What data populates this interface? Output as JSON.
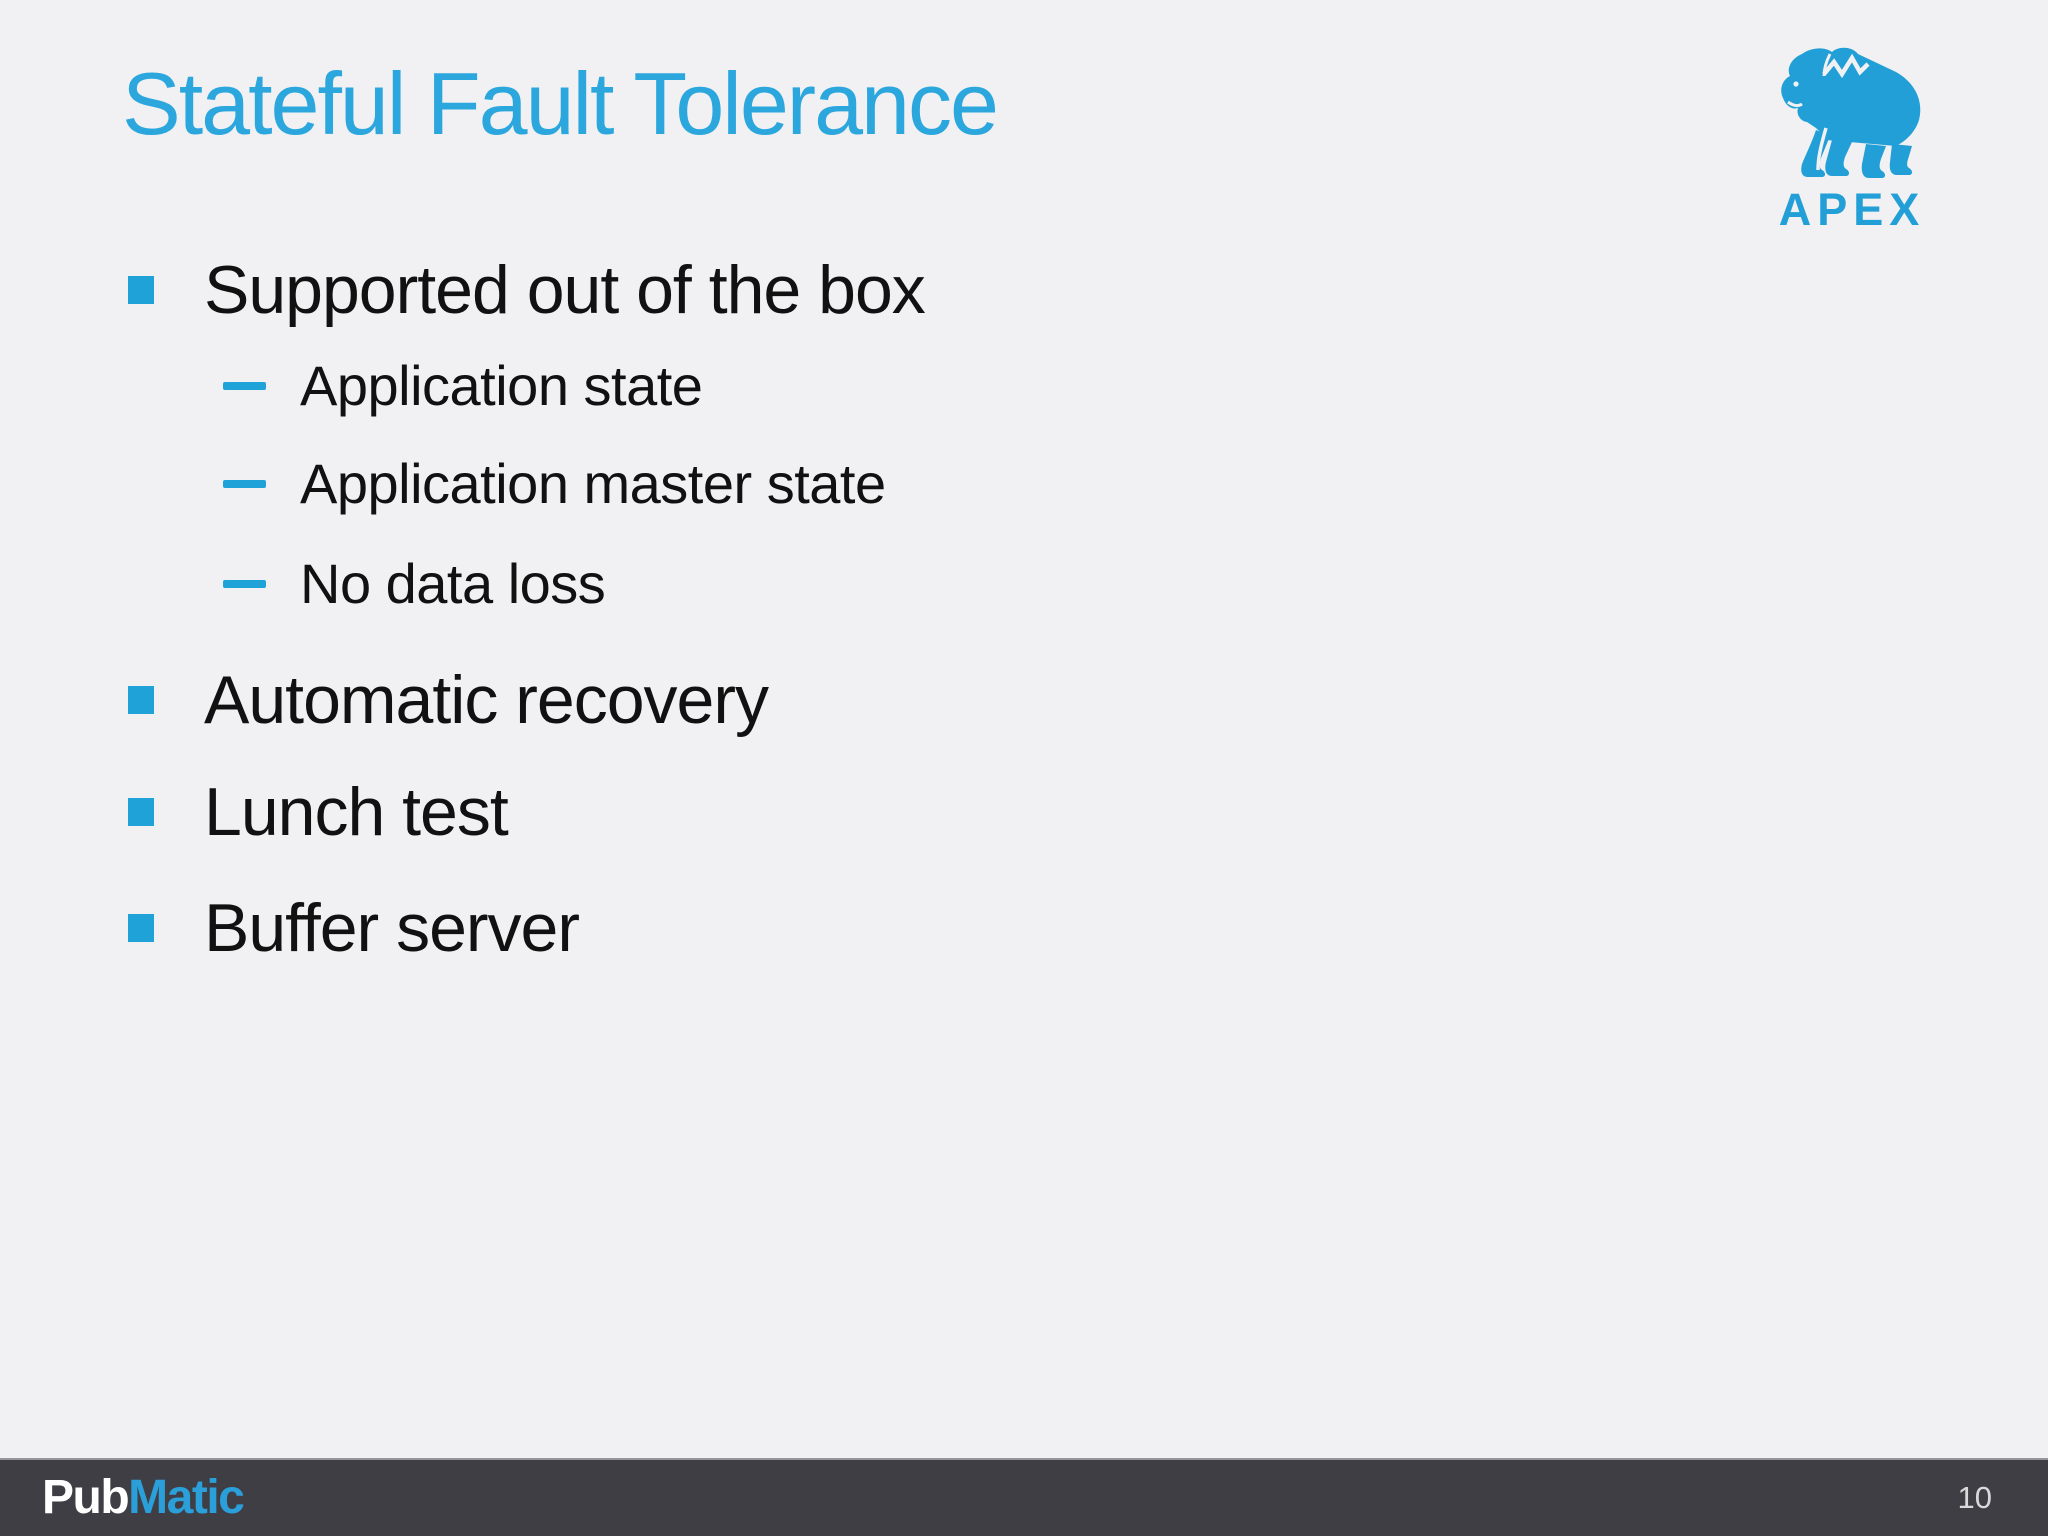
{
  "slide": {
    "title": "Stateful Fault Tolerance",
    "page_number": "10"
  },
  "apex_logo": {
    "icon": "gorilla-mountain-icon",
    "label": "APEX"
  },
  "content": {
    "bullets": [
      {
        "level": 1,
        "marker": "square",
        "text": "Supported out of the box"
      },
      {
        "level": 2,
        "marker": "dash",
        "text": "Application state"
      },
      {
        "level": 2,
        "marker": "dash",
        "text": "Application master state"
      },
      {
        "level": 2,
        "marker": "dash",
        "text": "No data loss"
      },
      {
        "level": 1,
        "marker": "square",
        "text": "Automatic recovery"
      },
      {
        "level": 1,
        "marker": "square",
        "text": "Lunch test"
      },
      {
        "level": 1,
        "marker": "square",
        "text": "Buffer server"
      }
    ]
  },
  "footer": {
    "brand_part1": "Pub",
    "brand_part2": "Matic"
  },
  "colors": {
    "accent": "#1EA2D8",
    "title": "#2BA7DE",
    "background": "#F1F0F2",
    "body_text": "#111111",
    "footer_background": "#3F3E44",
    "footer_brand_blue": "#2B9FD9",
    "page_number_text": "#D9D9DB"
  }
}
